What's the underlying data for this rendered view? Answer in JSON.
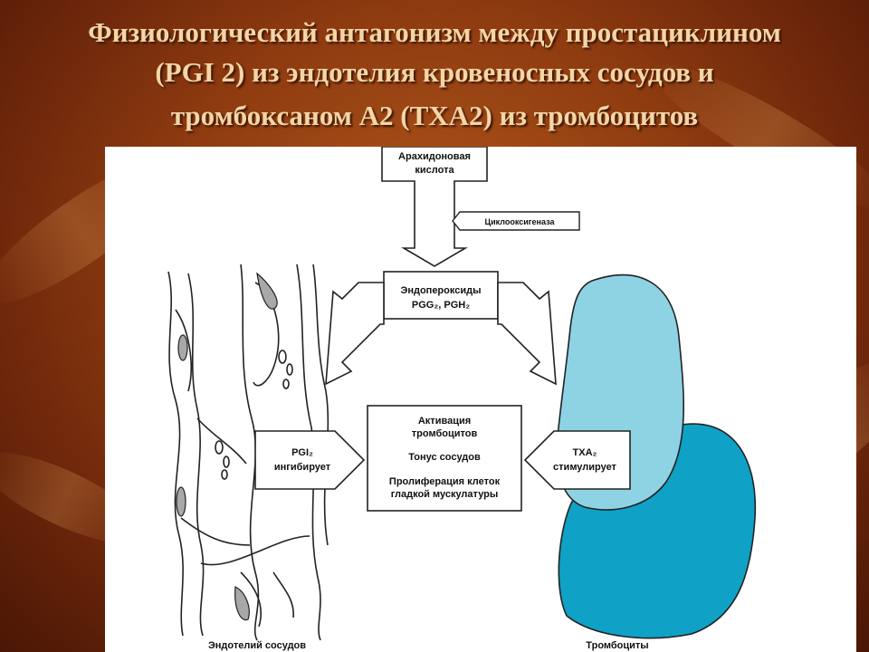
{
  "title": {
    "line1": "Физиологический антагонизм между простациклином",
    "line2": "(PGI 2) из эндотелия кровеносных сосудов и",
    "line3": "тромбоксаном А2 (ТХА2) из тромбоцитов"
  },
  "diagram": {
    "arachidonic_acid": [
      "Арахидоновая",
      "кислота"
    ],
    "enzyme": "Циклооксигеназа",
    "endoperoxides": [
      "Эндопероксиды",
      "PGG₂, PGH₂"
    ],
    "pgi_box": [
      "PGI₂",
      "ингибирует"
    ],
    "txa_box": [
      "ТХА₂",
      "стимулирует"
    ],
    "effects": {
      "activation": [
        "Активация",
        "тромбоцитов"
      ],
      "vascular_tone": "Тонус сосудов",
      "proliferation": [
        "Пролиферация клеток",
        "гладкой мускулатуры"
      ]
    },
    "endothelium_caption": "Эндотелий сосудов",
    "platelets_caption": "Тромбоциты"
  },
  "colors": {
    "platelet_light": "#8ed3e4",
    "platelet_dark": "#0fa1c6",
    "nucleus": "#a8a8a8"
  }
}
